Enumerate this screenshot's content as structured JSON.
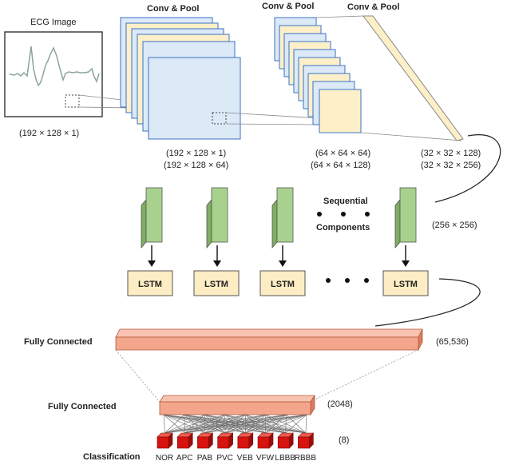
{
  "ecg": {
    "title": "ECG Image",
    "dims": "(192 × 128 × 1)"
  },
  "conv_blocks": [
    {
      "title": "Conv & Pool",
      "dims_line1": "(192 × 128 × 1)",
      "dims_line2": "(192 × 128 × 64)"
    },
    {
      "title": "Conv & Pool",
      "dims_line1": "(64 × 64 × 64)",
      "dims_line2": "(64 × 64 × 128)"
    },
    {
      "title": "Conv & Pool",
      "dims_line1": "(32 × 32 × 128)",
      "dims_line2": "(32 × 32 × 256)"
    }
  ],
  "sequential": {
    "line1": "Sequential",
    "line2": "Components",
    "dims": "(256 × 256)"
  },
  "lstm_label": "LSTM",
  "fc1": {
    "label": "Fully Connected",
    "dims": "(65,536)"
  },
  "fc2": {
    "label": "Fully Connected",
    "dims": "(2048)"
  },
  "classification": {
    "label": "Classification",
    "dims": "(8)",
    "classes": [
      "NOR",
      "APC",
      "PAB",
      "PVC",
      "VEB",
      "VFW",
      "LBBB",
      "RBBB"
    ]
  },
  "colors": {
    "conv_blue_fill": "#dce9f7",
    "conv_blue_stroke": "#3a72c4",
    "conv_cream_fill": "#fdf0c9",
    "feature_green": "#a9d18e",
    "lstm_fill": "#fdedc4",
    "fc_fill": "#f4a68c",
    "cube_red": "#d8120f"
  }
}
